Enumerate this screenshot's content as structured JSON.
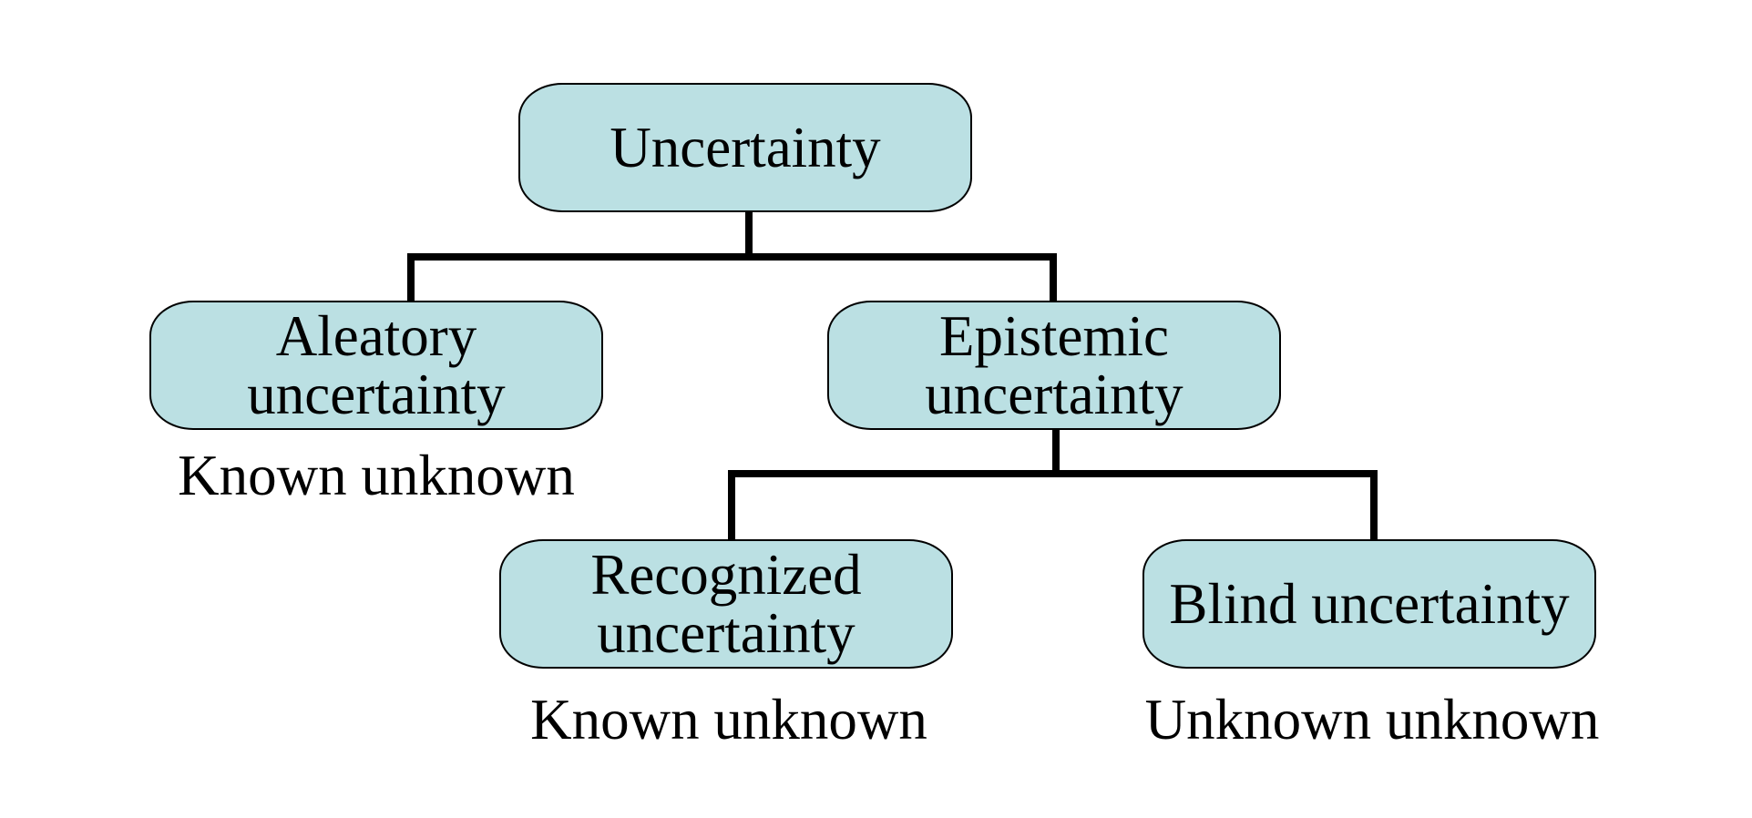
{
  "colors": {
    "box_fill": "#bbe0e3",
    "box_border": "#000000",
    "connector": "#000000",
    "text": "#000000",
    "background": "#ffffff"
  },
  "nodes": {
    "root": {
      "label": "Uncertainty"
    },
    "aleatory": {
      "label": "Aleatory\nuncertainty",
      "sublabel": "Known unknown"
    },
    "epistemic": {
      "label": "Epistemic\nuncertainty"
    },
    "recognized": {
      "label": "Recognized\nuncertainty",
      "sublabel": "Known unknown"
    },
    "blind": {
      "label": "Blind uncertainty",
      "sublabel": "Unknown unknown"
    }
  },
  "edges": [
    {
      "from": "Uncertainty",
      "to": "Aleatory uncertainty"
    },
    {
      "from": "Uncertainty",
      "to": "Epistemic uncertainty"
    },
    {
      "from": "Epistemic uncertainty",
      "to": "Recognized uncertainty"
    },
    {
      "from": "Epistemic uncertainty",
      "to": "Blind uncertainty"
    }
  ]
}
